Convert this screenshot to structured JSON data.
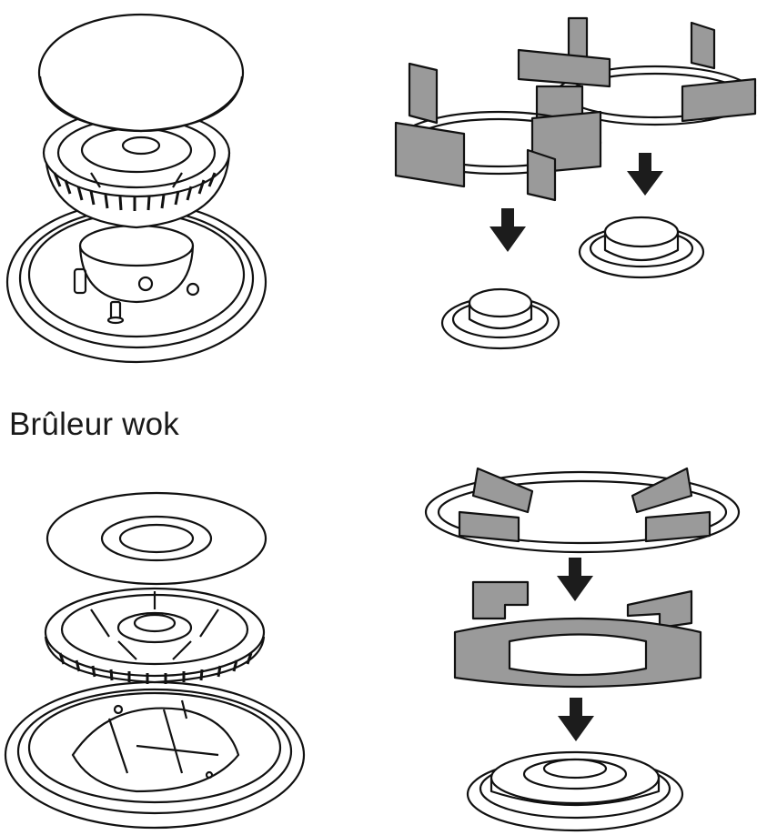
{
  "section": {
    "heading": "Brûleur wok"
  },
  "illustrations": [
    {
      "name": "standard-burner-exploded",
      "icon": "burner-exploded-icon"
    },
    {
      "name": "standard-burner-grates",
      "icon": "grate-assembly-icon"
    },
    {
      "name": "wok-burner-exploded",
      "icon": "wok-burner-exploded-icon"
    },
    {
      "name": "wok-burner-grate",
      "icon": "wok-grate-assembly-icon"
    }
  ],
  "colors": {
    "line": "#111111",
    "grate_fill": "#9a9a9a",
    "arrow": "#1c1c1c",
    "background": "#ffffff"
  }
}
